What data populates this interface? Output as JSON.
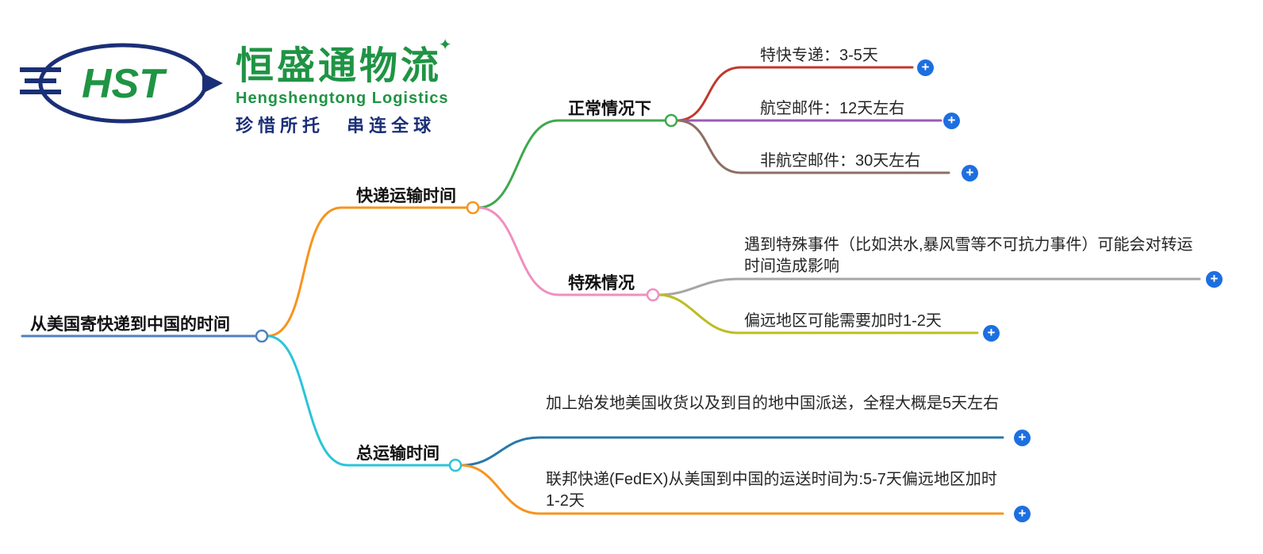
{
  "logo": {
    "acronym": "HST",
    "company_cn": "恒盛通物流",
    "company_en": "Hengshengtong Logistics",
    "slogan": "珍惜所托 串连全球",
    "sparkle": "✦"
  },
  "root": {
    "label": "从美国寄快递到中国的时间"
  },
  "branches": [
    {
      "label": "快递运输时间",
      "children": [
        {
          "label": "正常情况下",
          "children": [
            {
              "label": "特快专递：3-5天"
            },
            {
              "label": "航空邮件：12天左右"
            },
            {
              "label": "非航空邮件：30天左右"
            }
          ]
        },
        {
          "label": "特殊情况",
          "children": [
            {
              "label": "遇到特殊事件（比如洪水,暴风雪等不可抗力事件）可能会对转运时间造成影响"
            },
            {
              "label": "偏远地区可能需要加时1-2天"
            }
          ]
        }
      ]
    },
    {
      "label": "总运输时间",
      "children": [
        {
          "label": "加上始发地美国收货以及到目的地中国派送，全程大概是5天左右"
        },
        {
          "label": "联邦快递(FedEX)从美国到中国的运送时间为:5-7天偏远地区加时1-2天"
        }
      ]
    }
  ],
  "icons": {
    "plus": "+"
  },
  "colors": {
    "root_line": "#4e81bd",
    "branch_orange": "#f7941d",
    "branch_cyan": "#2bc4d9",
    "branch_green": "#3fa84c",
    "branch_pink": "#ef8fc0",
    "leaf_red": "#c0392b",
    "leaf_purple": "#9b59b6",
    "leaf_brown": "#8d6e63",
    "leaf_gray": "#a6a6a6",
    "leaf_olive": "#bcbd22",
    "leaf_steel": "#2878a8",
    "leaf_orange": "#f7941d",
    "plus_button": "#1d6fe0",
    "logo_green": "#1f9444",
    "logo_navy": "#1b2f77"
  }
}
